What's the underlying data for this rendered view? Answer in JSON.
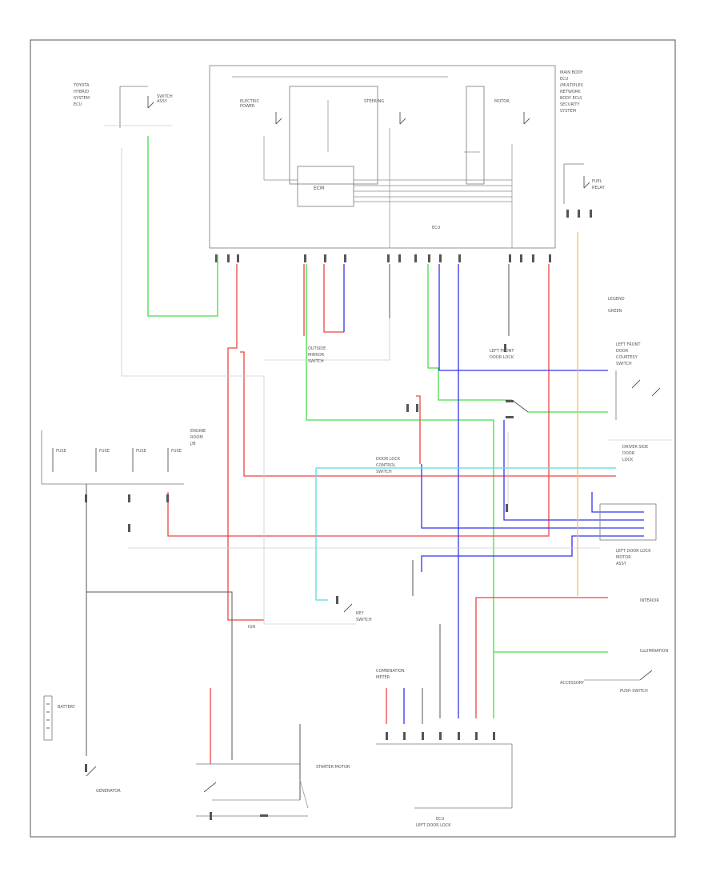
{
  "diagram": {
    "corner_label": ""
  },
  "colors": {
    "green": "#44dd44",
    "red": "#ee4444",
    "blue": "#3333ee",
    "cyan": "#55dddd",
    "orange": "#ffbb55",
    "black": "#555555"
  },
  "labels": {
    "ecm": "ECM",
    "battery": "BATTERY",
    "generator": "GENERATOR",
    "starter_motor": "STARTER MOTOR",
    "legend_title": "",
    "legend_item_1": "",
    "legend_item_2": ""
  }
}
